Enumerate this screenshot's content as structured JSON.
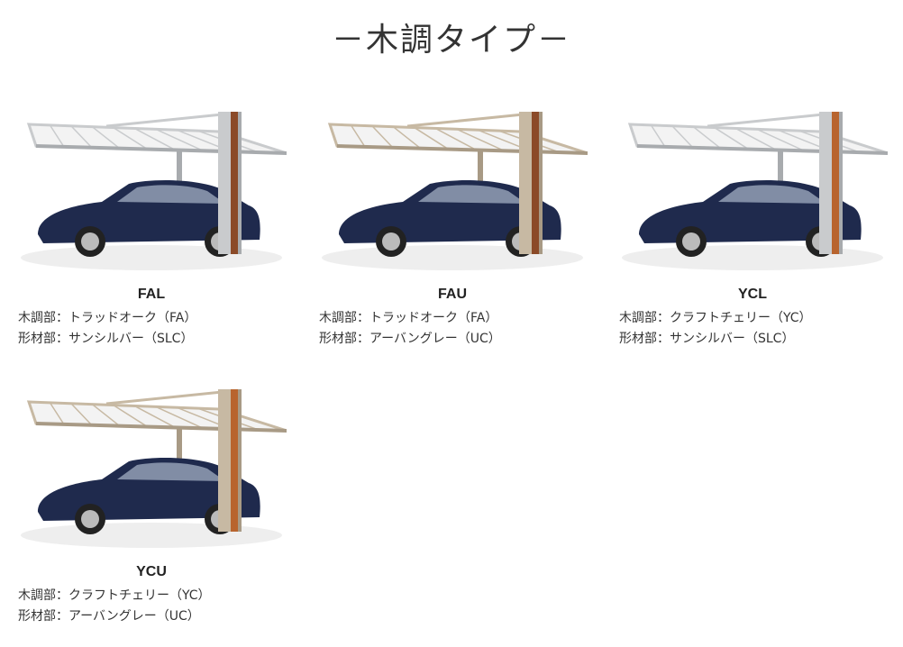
{
  "page_title": "－木調タイプ－",
  "products": [
    {
      "model": "FAL",
      "wood_line": "木調部：トラッドオーク（FA）",
      "frame_line": "形材部：サンシルバー（SLC）",
      "colors": {
        "frame": "#c9cbcd",
        "frame_dark": "#a8abae",
        "wood": "#8b4a28"
      }
    },
    {
      "model": "FAU",
      "wood_line": "木調部：トラッドオーク（FA）",
      "frame_line": "形材部：アーバングレー（UC）",
      "colors": {
        "frame": "#c7b9a3",
        "frame_dark": "#a89a85",
        "wood": "#8b4a28"
      }
    },
    {
      "model": "YCL",
      "wood_line": "木調部：クラフトチェリー（YC）",
      "frame_line": "形材部：サンシルバー（SLC）",
      "colors": {
        "frame": "#c9cbcd",
        "frame_dark": "#a8abae",
        "wood": "#b8642e"
      }
    },
    {
      "model": "YCU",
      "wood_line": "木調部：クラフトチェリー（YC）",
      "frame_line": "形材部：アーバングレー（UC）",
      "colors": {
        "frame": "#c7b9a3",
        "frame_dark": "#a89a85",
        "wood": "#b8642e"
      }
    }
  ],
  "car_color": "#1f2a4d"
}
